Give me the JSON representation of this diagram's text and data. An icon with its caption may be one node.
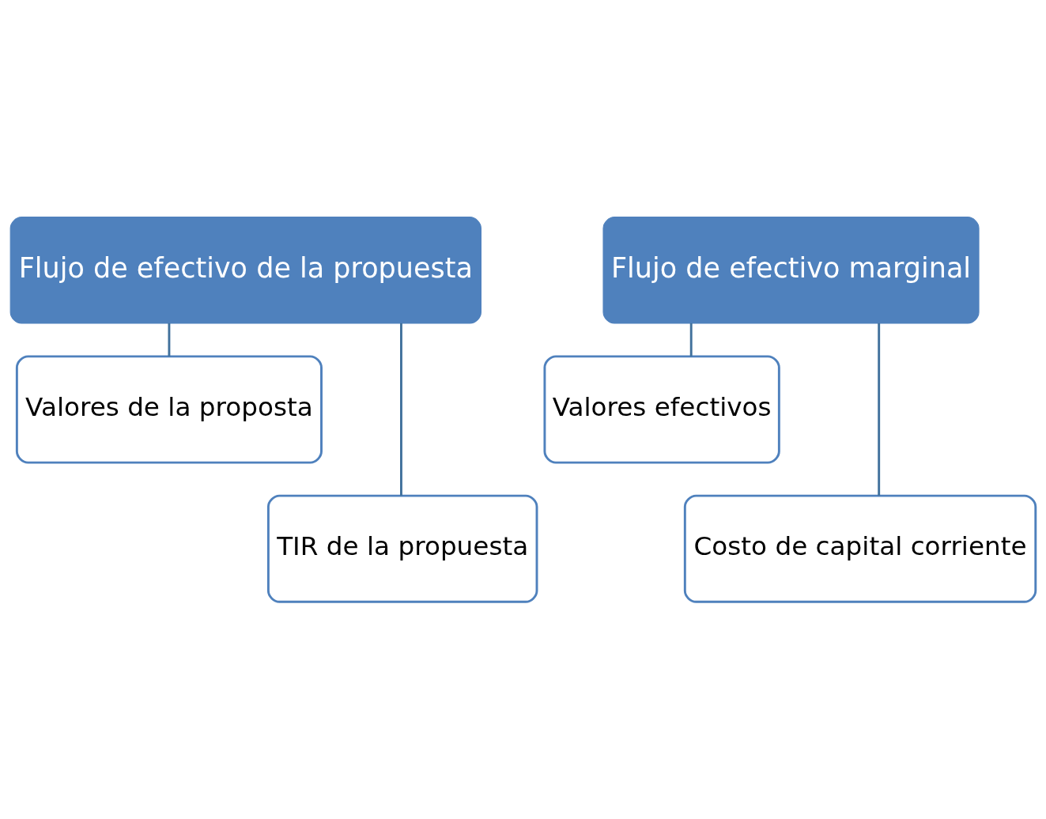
{
  "diagram": {
    "nodes": [
      {
        "text": [
          "Flujo de efectivo de la propuesta"
        ]
      },
      {
        "text": [
          "Valores de la proposta"
        ]
      },
      {
        "text": [
          "TIR de la propuesta"
        ]
      },
      {
        "text": [
          "Flujo de efectivo marginal"
        ]
      },
      {
        "text": [
          "Valores efectivos"
        ]
      },
      {
        "text": [
          "Costo de capital corriente"
        ]
      }
    ],
    "edges": [
      {
        "from": 0,
        "to": 1,
        "arrow": "none"
      },
      {
        "from": 0,
        "to": 2,
        "arrow": "none"
      },
      {
        "from": 3,
        "to": 4,
        "arrow": "none"
      },
      {
        "from": 3,
        "to": 5,
        "arrow": "none"
      }
    ]
  }
}
